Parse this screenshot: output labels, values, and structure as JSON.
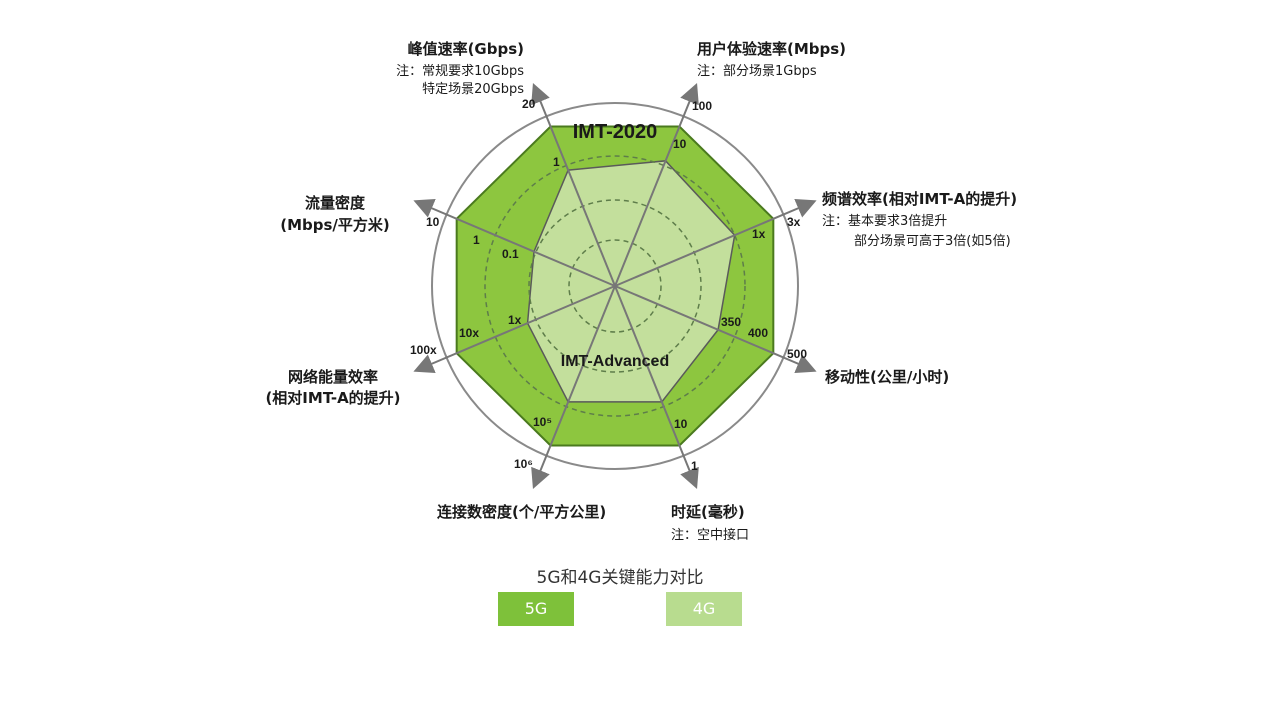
{
  "colors": {
    "imt2020_fill": "#8dc63f",
    "imt2020_stroke": "#4a7a1e",
    "imtadv_fill": "#c3df9c",
    "imtadv_stroke": "#5a5a5a",
    "axis": "#777777",
    "legend_5g": "#7ec13a",
    "legend_4g": "#b8dc8f"
  },
  "diagram": {
    "imt2020_label": "IMT-2020",
    "imtadv_label": "IMT-Advanced",
    "axes": [
      {
        "title": "峰值速率(Gbps)",
        "notes": [
          "注：常规要求10Gbps",
          "特定场景20Gbps"
        ],
        "imt2020_value": "20",
        "imtadv_value": "1"
      },
      {
        "title": "用户体验速率(Mbps)",
        "notes": [
          "注：部分场景1Gbps"
        ],
        "imt2020_value": "100",
        "imtadv_value": "10"
      },
      {
        "title": "频谱效率(相对IMT-A的提升)",
        "notes": [
          "注：基本要求3倍提升",
          "部分场景可高于3倍(如5倍)"
        ],
        "imt2020_value": "3x",
        "imtadv_value": "1x"
      },
      {
        "title": "移动性(公里/小时)",
        "notes": [],
        "imt2020_value": "500",
        "imt2020_value_alt": "400",
        "imtadv_value": "350"
      },
      {
        "title": "时延(毫秒)",
        "notes": [
          "注：空中接口"
        ],
        "imt2020_value": "1",
        "imtadv_value": "10"
      },
      {
        "title": "连接数密度(个/平方公里)",
        "notes": [],
        "imt2020_value": "10⁶",
        "imtadv_value": "10⁵"
      },
      {
        "title": "网络能量效率",
        "title2": "(相对IMT-A的提升)",
        "notes": [],
        "imt2020_value": "100x",
        "imtadv_value": "1x",
        "mid_value": "10x"
      },
      {
        "title": "流量密度",
        "title2": "(Mbps/平方米)",
        "notes": [],
        "imt2020_value": "10",
        "imtadv_value": "0.1",
        "mid_value": "1"
      }
    ]
  },
  "caption": "5G和4G关键能力对比",
  "legend": {
    "g5": "5G",
    "g4": "4G"
  }
}
